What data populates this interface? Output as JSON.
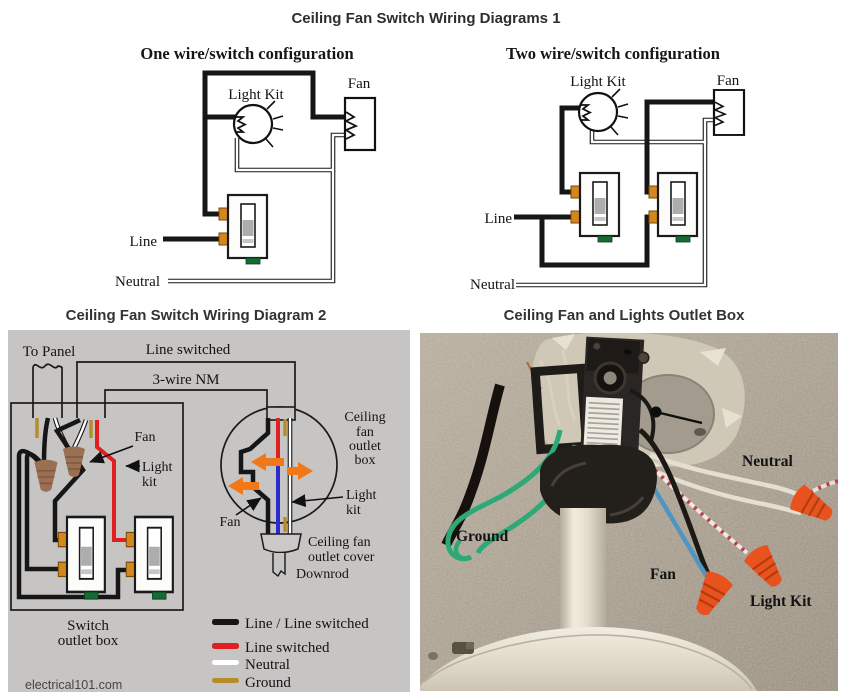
{
  "page_title": "Ceiling Fan Switch Wiring Diagrams 1",
  "diagram_one_wire": {
    "title": "One wire/switch configuration",
    "labels": {
      "light_kit": "Light Kit",
      "fan": "Fan",
      "line": "Line",
      "neutral": "Neutral"
    }
  },
  "diagram_two_wire": {
    "title": "Two wire/switch configuration",
    "labels": {
      "light_kit": "Light Kit",
      "fan": "Fan",
      "line": "Line",
      "neutral": "Neutral"
    }
  },
  "diagram_fan_switch_2": {
    "title": "Ceiling Fan Switch Wiring Diagram 2",
    "labels": {
      "to_panel": "To Panel",
      "line_switched": "Line switched",
      "three_wire_nm": "3-wire NM",
      "fan_arrow": "Fan",
      "light_kit_line1": "Light",
      "light_kit_line2": "kit",
      "ceiling_box_line1": "Ceiling",
      "ceiling_box_line2": "fan",
      "ceiling_box_line3": "outlet",
      "ceiling_box_line4": "box",
      "fan_circle": "Fan",
      "light_kit2_line1": "Light",
      "light_kit2_line2": "kit",
      "cover_line1": "Ceiling fan",
      "cover_line2": "outlet cover",
      "downrod": "Downrod",
      "switch_box_line1": "Switch",
      "switch_box_line2": "outlet box"
    },
    "legend": [
      {
        "label": "Line / Line switched",
        "color": "#161616"
      },
      {
        "label": "Line switched",
        "color": "#e02020"
      },
      {
        "label": "Neutral",
        "color": "#ffffff"
      },
      {
        "label": "Ground",
        "color": "#b68c2a"
      }
    ],
    "watermark": "electrical101.com"
  },
  "photo": {
    "title": "Ceiling Fan and Lights Outlet Box",
    "labels": {
      "neutral": "Neutral",
      "ground": "Ground",
      "fan": "Fan",
      "light_kit": "Light Kit"
    }
  },
  "colors": {
    "wire_black": "#161616",
    "wire_red": "#e02020",
    "wire_neutral_white": "#ffffff",
    "wire_ground_gold": "#b68c2a",
    "wire_blue": "#2a2ace",
    "terminal_brass": "#d2881e",
    "ground_screw_green": "#156b31",
    "wire_nut_brown": "#9a6f52",
    "connector_arrow_orange": "#f07818",
    "diagram_bg_gray": "#c7c5c4",
    "photo_wire_nut_orange": "#e8521c"
  }
}
